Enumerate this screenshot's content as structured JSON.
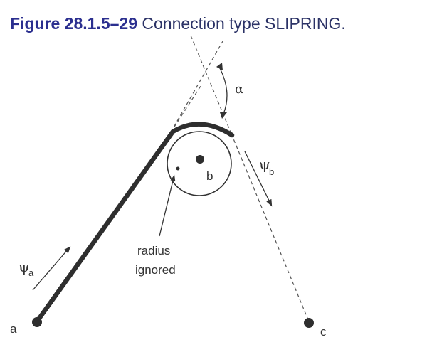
{
  "figure": {
    "number": "Figure 28.1.5–29",
    "title": "Connection type SLIPRING."
  },
  "labels": {
    "node_a": "a",
    "node_b": "b",
    "node_c": "c",
    "psi_a": "ψ",
    "psi_a_sub": "a",
    "psi_b": "ψ",
    "psi_b_sub": "b",
    "alpha": "α",
    "radius_line1": "radius",
    "radius_line2": "ignored"
  },
  "colors": {
    "caption_number": "#2b2f8f",
    "caption_text": "#2b3266",
    "line": "#333333"
  }
}
